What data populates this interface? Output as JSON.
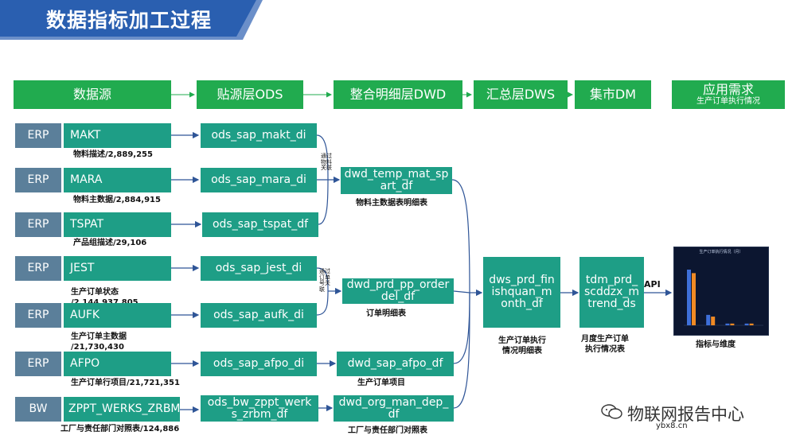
{
  "page_title": "数据指标加工过程",
  "headers": {
    "source": "数据源",
    "ods": "贴源层ODS",
    "dwd": "整合明细层DWD",
    "dws": "汇总层DWS",
    "dm": "集市DM",
    "app_title": "应用需求",
    "app_sub": "生产订单执行情况"
  },
  "sources": [
    {
      "system": "ERP",
      "table": "MAKT",
      "caption": "物料描述/2,889,255",
      "ods": "ods_sap_makt_di"
    },
    {
      "system": "ERP",
      "table": "MARA",
      "caption": "物料主数据/2,884,915",
      "ods": "ods_sap_mara_di"
    },
    {
      "system": "ERP",
      "table": "TSPAT",
      "caption": "产品组描述/29,106",
      "ods": "ods_sap_tspat_df"
    },
    {
      "system": "ERP",
      "table": "JEST",
      "caption_l1": "生产订单状态",
      "caption_l2": "/2,144,937,805",
      "ods": "ods_sap_jest_di"
    },
    {
      "system": "ERP",
      "table": "AUFK",
      "caption_l1": "生产订单主数据",
      "caption_l2": "/21,730,430",
      "ods": "ods_sap_aufk_di"
    },
    {
      "system": "ERP",
      "table": "AFPO",
      "caption": "生产订单行项目/21,721,351",
      "ods": "ods_sap_afpo_di"
    },
    {
      "system": "BW",
      "table": "ZPPT_WERKS_ZRBM",
      "caption": "工厂与责任部门对照表/124,886",
      "ods_l1": "ods_bw_zppt_werk",
      "ods_l2": "s_zrbm_df"
    }
  ],
  "join_notes": {
    "material": "通过物料关联",
    "order": "通过订单号关联"
  },
  "dwd": {
    "mat_l1": "dwd_temp_mat_sp",
    "mat_l2": "art_df",
    "mat_caption": "物料主数据表明细表",
    "pp_l1": "dwd_prd_pp_order",
    "pp_l2": "del_df",
    "pp_caption": "订单明细表",
    "afpo": "dwd_sap_afpo_df",
    "afpo_caption": "生产订单项目",
    "org_l1": "dwd_org_man_dep_",
    "org_l2": "df",
    "org_caption": "工厂与责任部门对照表"
  },
  "dws": {
    "l1": "dws_prd_fin",
    "l2": "ishquan_m",
    "l3": "onth_df",
    "cap1": "生产订单执行",
    "cap2": "情况明细表"
  },
  "dm": {
    "l1": "tdm_prd_",
    "l2": "scddzx_m",
    "l3": "trend_ds",
    "cap1": "月度生产订单",
    "cap2": "执行情况表"
  },
  "api_label": "API",
  "dashboard": {
    "title": "生产订单执行情况（月）",
    "caption": "指标与维度",
    "accent": "#f08a24",
    "bar_blue": "#3e6fd8",
    "bars": [
      {
        "value": 32,
        "color": "#3e6fd8"
      },
      {
        "value": 30,
        "color": "#f08a24"
      },
      {
        "value": 6,
        "color": "#3e6fd8"
      },
      {
        "value": 5,
        "color": "#f08a24"
      },
      {
        "value": 1,
        "color": "#3e6fd8"
      },
      {
        "value": 1,
        "color": "#f08a24"
      },
      {
        "value": 1,
        "color": "#3e6fd8"
      },
      {
        "value": 1,
        "color": "#f08a24"
      }
    ]
  },
  "watermark": "物联网报告中心",
  "site": "ybx8.cn",
  "colors": {
    "header_green": "#21ab4f",
    "source_gray": "#5b7f9a",
    "table_teal": "#1e9e86",
    "banner_blue": "#2a5fb0"
  }
}
